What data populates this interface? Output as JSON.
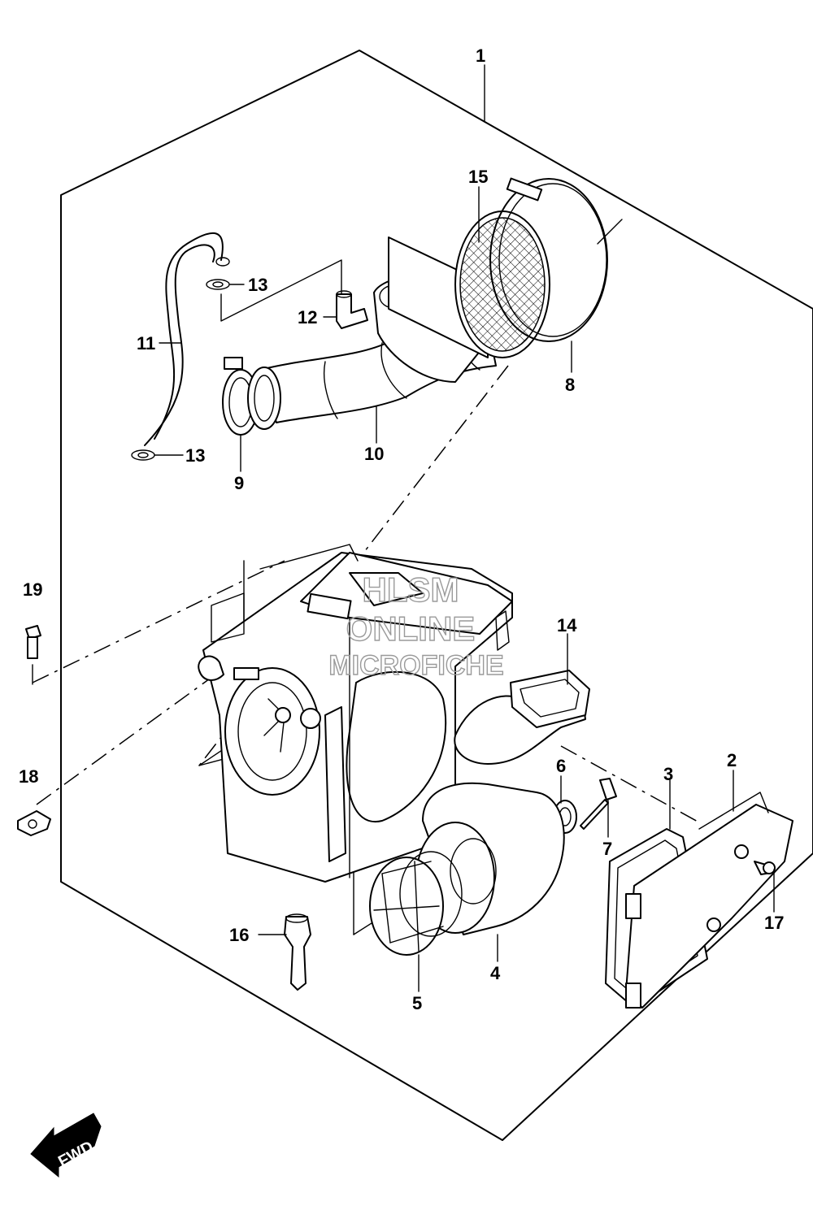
{
  "diagram": {
    "callouts": [
      "1",
      "2",
      "3",
      "4",
      "5",
      "6",
      "7",
      "8",
      "9",
      "10",
      "11",
      "12",
      "13",
      "13",
      "14",
      "15",
      "16",
      "17",
      "18",
      "19"
    ],
    "watermark": {
      "line1": "HLSM",
      "line2": "ONLINE",
      "line3": "MICROFICHE"
    },
    "direction_badge": "FWD"
  }
}
